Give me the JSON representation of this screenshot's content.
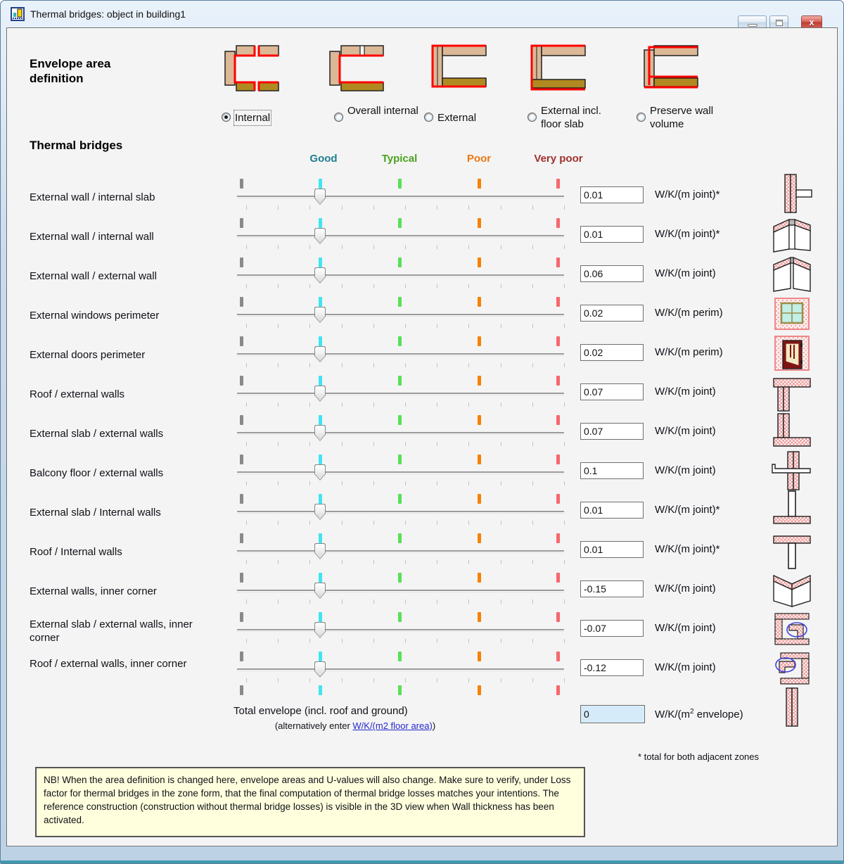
{
  "window": {
    "title": "Thermal bridges: object in building1",
    "controls": {
      "minimize": "minimize",
      "maximize": "maximize",
      "close": "close"
    }
  },
  "envelope": {
    "title": "Envelope area definition",
    "options": [
      {
        "label": "Internal",
        "selected": true,
        "icon": "section-internal-icon"
      },
      {
        "label": "Overall internal",
        "selected": false,
        "icon": "section-overall-internal-icon"
      },
      {
        "label": "External",
        "selected": false,
        "icon": "section-external-icon"
      },
      {
        "label": "External incl. floor slab",
        "selected": false,
        "icon": "section-external-floor-slab-icon"
      },
      {
        "label": "Preserve wall volume",
        "selected": false,
        "icon": "section-preserve-wall-volume-icon"
      }
    ]
  },
  "thermal": {
    "title": "Thermal bridges",
    "scale_headers": [
      {
        "label": "Good",
        "color": "#1d7f8f"
      },
      {
        "label": "Typical",
        "color": "#4aa21f"
      },
      {
        "label": "Poor",
        "color": "#ee7711"
      },
      {
        "label": "Very poor",
        "color": "#a03030"
      }
    ],
    "tick_colors": [
      "#8a8a8a",
      "#3fe5f2",
      "#57e057",
      "#f58200",
      "#f5686e"
    ],
    "slider_position": "Good",
    "rows": [
      {
        "label": "External wall / internal slab",
        "value": "0.01",
        "unit": "W/K/(m joint)*",
        "icon": "external-wall-internal-slab-icon"
      },
      {
        "label": "External wall / internal wall",
        "value": "0.01",
        "unit": "W/K/(m joint)*",
        "icon": "external-wall-internal-wall-icon"
      },
      {
        "label": "External wall / external wall",
        "value": "0.06",
        "unit": "W/K/(m joint)",
        "icon": "external-wall-external-wall-icon"
      },
      {
        "label": "External windows perimeter",
        "value": "0.02",
        "unit": "W/K/(m perim)",
        "icon": "window-perimeter-icon"
      },
      {
        "label": "External doors perimeter",
        "value": "0.02",
        "unit": "W/K/(m perim)",
        "icon": "door-perimeter-icon"
      },
      {
        "label": "Roof / external walls",
        "value": "0.07",
        "unit": "W/K/(m joint)",
        "icon": "roof-external-walls-icon"
      },
      {
        "label": "External slab / external walls",
        "value": "0.07",
        "unit": "W/K/(m joint)",
        "icon": "external-slab-external-walls-icon"
      },
      {
        "label": "Balcony floor / external walls",
        "value": "0.1",
        "unit": "W/K/(m joint)",
        "icon": "balcony-floor-icon"
      },
      {
        "label": "External slab / Internal walls",
        "value": "0.01",
        "unit": "W/K/(m joint)*",
        "icon": "external-slab-internal-walls-icon"
      },
      {
        "label": "Roof / Internal walls",
        "value": "0.01",
        "unit": "W/K/(m joint)*",
        "icon": "roof-internal-walls-icon"
      },
      {
        "label": "External walls, inner corner",
        "value": "-0.15",
        "unit": "W/K/(m joint)",
        "icon": "external-walls-inner-corner-icon"
      },
      {
        "label": "External slab / external walls, inner corner",
        "value": "-0.07",
        "unit": "W/K/(m joint)",
        "icon": "external-slab-inner-corner-icon"
      },
      {
        "label": "Roof / external walls, inner corner",
        "value": "-0.12",
        "unit": "W/K/(m joint)",
        "icon": "roof-inner-corner-icon"
      }
    ]
  },
  "total": {
    "label": "Total envelope (incl. roof and ground)",
    "alt_prefix": "(alternatively enter ",
    "alt_link": "W/K/(m2 floor area)",
    "alt_suffix": ")",
    "value": "0",
    "unit_prefix": "W/K/(m",
    "unit_sup": "2",
    "unit_suffix": " envelope)",
    "icon": "wall-section-icon"
  },
  "note": "NB! When the area definition is changed here, envelope areas and U-values will also change. Make sure to verify, under Loss factor for thermal bridges in the zone form, that the final computation of thermal bridge losses matches your intentions. The reference construction (construction without thermal bridge losses)  is visible in the 3D view when Wall thickness has been activated.",
  "footnote": "* total for both adjacent zones"
}
